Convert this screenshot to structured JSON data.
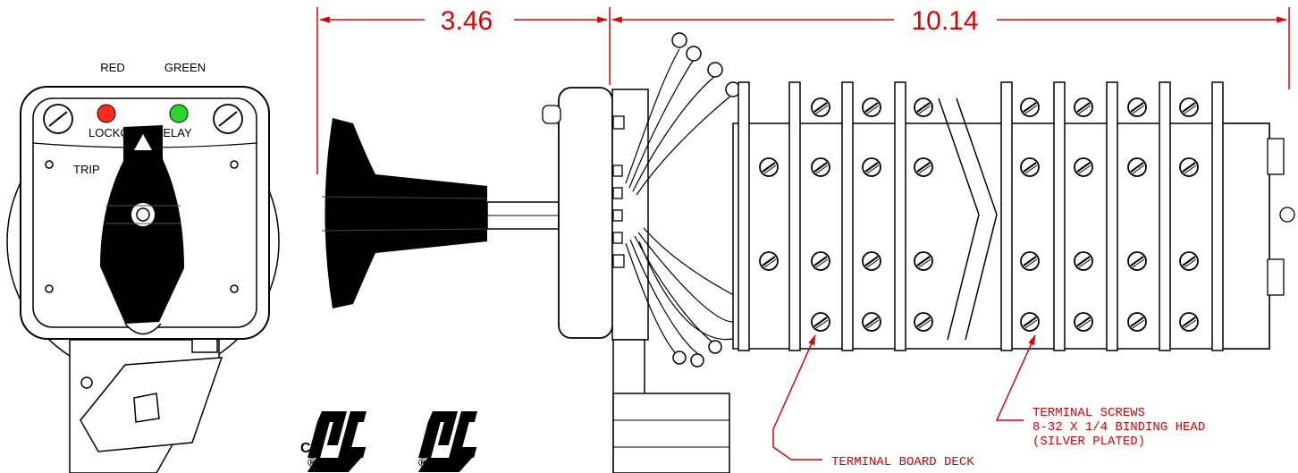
{
  "front_view": {
    "lamp_left_label": "RED",
    "lamp_right_label": "GREEN",
    "position_lockout": "LOCKOUT",
    "position_relay": "RELAY",
    "position_trip": "TRIP",
    "colors": {
      "red_lamp": "#ff2a1a",
      "green_lamp": "#2bd62b",
      "handle": "#000000"
    }
  },
  "dimensions": {
    "handle_to_panel": "3.46",
    "panel_to_end": "10.14",
    "color": "#e00000"
  },
  "callouts": {
    "terminal_board_deck": "TERMINAL BOARD DECK",
    "terminal_screws_line1": "TERMINAL SCREWS",
    "terminal_screws_line2": "8-32 X 1/4 BINDING HEAD",
    "terminal_screws_line3": "(SILVER PLATED)"
  },
  "certification": {
    "c_mark": "C",
    "registered_mark": "®",
    "logo_text": "UL"
  }
}
